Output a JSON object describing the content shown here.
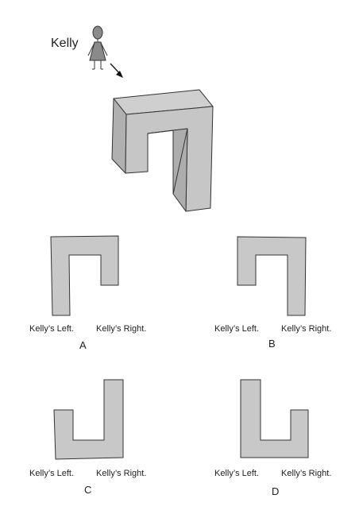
{
  "person": {
    "name": "Kelly"
  },
  "options": [
    {
      "letter": "A",
      "left_label": "Kelly’s Left.",
      "right_label": "Kelly’s Right."
    },
    {
      "letter": "B",
      "left_label": "Kelly’s Left.",
      "right_label": "Kelly’s Right."
    },
    {
      "letter": "C",
      "left_label": "Kelly’s Left.",
      "right_label": "Kelly’s Right."
    },
    {
      "letter": "D",
      "left_label": "Kelly’s Left.",
      "right_label": "Kelly’s Right."
    }
  ],
  "colors": {
    "shape_fill": "#c8c8c8",
    "shape_side": "#b4b4b4",
    "outline": "#333333"
  }
}
